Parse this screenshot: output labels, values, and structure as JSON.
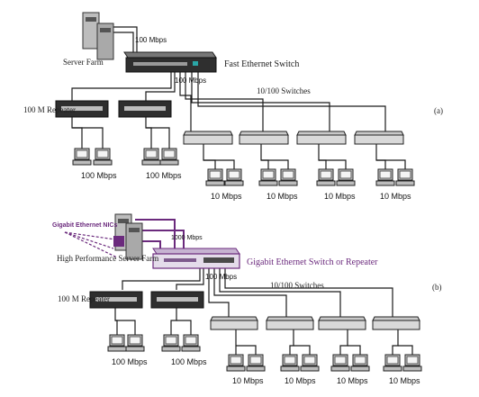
{
  "colors": {
    "line": "#1a1a1a",
    "device_fill": "#3a3a3a",
    "device_light": "#d9d9d9",
    "purple": "#6b2a7d",
    "gig_switch_fill": "#e4dcea"
  },
  "panel_a": {
    "tag": "(a)",
    "server_farm": "Server Farm",
    "server_link": "100 Mbps",
    "switch_label": "Fast Ethernet Switch",
    "switch_uplink": "100 Mbps",
    "switches_label": "10/100 Switches",
    "repeater_label": "100 M Repeater",
    "repeater_speeds": [
      "100 Mbps",
      "100 Mbps"
    ],
    "switch_speeds": [
      "10 Mbps",
      "10 Mbps",
      "10 Mbps",
      "10 Mbps"
    ]
  },
  "panel_b": {
    "tag": "(b)",
    "nics_label": "Gigabit Ethernet NICs",
    "server_link": "1000 Mbps",
    "server_farm": "High Performance Server Farm",
    "switch_label": "Gigabit Ethernet Switch or Repeater",
    "switch_uplink": "100 Mbps",
    "switches_label": "10/100 Switches",
    "repeater_label": "100 M Repeater",
    "repeater_speeds": [
      "100 Mbps",
      "100 Mbps"
    ],
    "switch_speeds": [
      "10 Mbps",
      "10 Mbps",
      "10 Mbps",
      "10 Mbps"
    ]
  }
}
